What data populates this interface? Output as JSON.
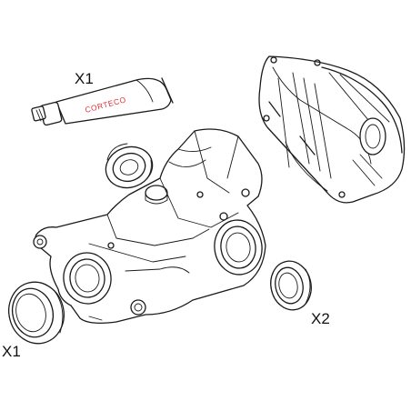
{
  "parts": {
    "sealant_tube": {
      "brand_text": "CORTECO",
      "quantity_label": "X1",
      "brand_color": "#e0303a"
    },
    "large_seal_ring": {
      "quantity_label": "X1"
    },
    "small_seal_ring": {
      "quantity_label": "X2"
    }
  }
}
